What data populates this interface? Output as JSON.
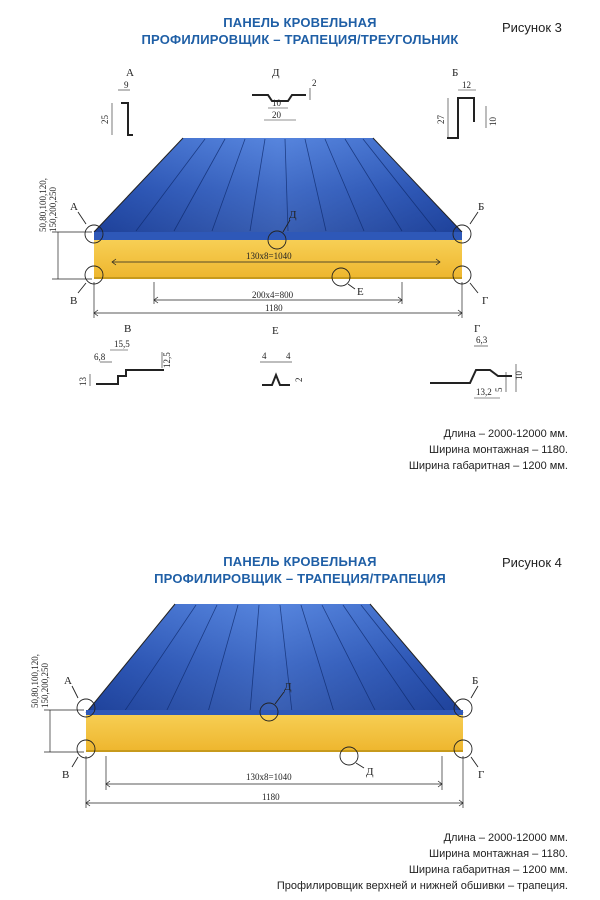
{
  "figure3": {
    "title_line1": "ПАНЕЛЬ КРОВЕЛЬНАЯ",
    "title_line2": "ПРОФИЛИРОВЩИК – ТРАПЕЦИЯ/ТРЕУГОЛЬНИК",
    "label": "Рисунок 3",
    "thickness": "50,80,100,120,",
    "thickness2": "150,200,250",
    "dim_top": "130х8=1040",
    "dim_bottom": "200х4=800",
    "dim_total": "1180",
    "markers": {
      "a": "А",
      "b": "Б",
      "v": "В",
      "g": "Г",
      "d": "Д",
      "e": "Е"
    },
    "detail_a": {
      "w": "9",
      "h": "25"
    },
    "detail_d": {
      "t": "2",
      "w1": "10",
      "w2": "20"
    },
    "detail_b": {
      "w": "12",
      "h1": "27",
      "h2": "10"
    },
    "detail_v": {
      "w1": "15,5",
      "w2": "6,8",
      "h1": "12,5",
      "h2": "13"
    },
    "detail_e": {
      "w1": "4",
      "w2": "4",
      "h": "2"
    },
    "detail_g": {
      "w1": "6,3",
      "w2": "13,2",
      "h1": "5",
      "h2": "10"
    },
    "notes": [
      "Длина – 2000-12000 мм.",
      "Ширина монтажная – 1180.",
      "Ширина габаритная – 1200 мм."
    ]
  },
  "figure4": {
    "title_line1": "ПАНЕЛЬ КРОВЕЛЬНАЯ",
    "title_line2": "ПРОФИЛИРОВЩИК – ТРАПЕЦИЯ/ТРАПЕЦИЯ",
    "label": "Рисунок 4",
    "thickness": "50,80,100,120,",
    "thickness2": "150,200,250",
    "dim_mid": "130х8=1040",
    "dim_total": "1180",
    "markers": {
      "a": "А",
      "b": "Б",
      "v": "В",
      "g": "Г",
      "d1": "Д",
      "d2": "Д"
    },
    "notes": [
      "Длина – 2000-12000 мм.",
      "Ширина монтажная – 1180.",
      "Ширина габаритная – 1200 мм.",
      "Профилировщик верхней и нижней обшивки – трапеция."
    ]
  },
  "colors": {
    "steel": "#2a54b4",
    "foam": "#f4c542",
    "title": "#1f5fa6"
  }
}
